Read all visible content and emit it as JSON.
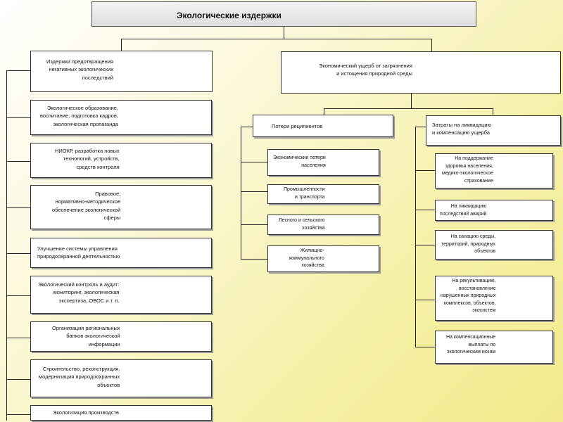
{
  "title": "Экологические издержки",
  "left": {
    "header": "Издержки предотвращения\nнегативных экологических\nпоследствий",
    "items": [
      "Экологическое образование,\nвоспитание, подготовка кадров,\nэкологическая пропаганда",
      "НИОКР, разработка новых\nтехнологий, устройств,\nсредств контроля",
      "Правовое,\nнормативно-методическое\nобеспечение экологической\nсферы",
      "Улучшение системы управления\nприродоохранной деятельностью",
      "Экологический контроль и аудит:\nмониторинг, экологическая\nэкспертиза, ОВОС и т. п.",
      "Организация региональных\nбанков экологической\nинформации",
      "Строительство, реконструкция,\nмодернизация природоохранных\nобъектов",
      "Экологизация производств"
    ]
  },
  "right": {
    "header": "Экономический ущерб от загрязнения\nи истощения природной среды",
    "recipients": {
      "header": "Потери реципиентов",
      "items": [
        "Экономические потери\nнаселения",
        "Промышленности\nи транспорта",
        "Лесного и сельского\nхозяйства",
        "Жилищно-\nкоммунального\nхозяйства"
      ]
    },
    "costs": {
      "header": "Затраты на ликвидацию\nи компенсацию ущерба",
      "items": [
        "На поддержание\nздоровья населения,\nмедико-экологическое\nстрахование",
        "На ликвидацию\nпоследствий аварий",
        "На санацию среды,\nтерриторий, природных\nобъектов",
        "На рекультивацию,\nвосстановление\nнарушенных природных\nкомплексов, объектов,\nэкосистем",
        "На компенсационные\nвыплаты по\nэкологическим искам"
      ]
    }
  }
}
